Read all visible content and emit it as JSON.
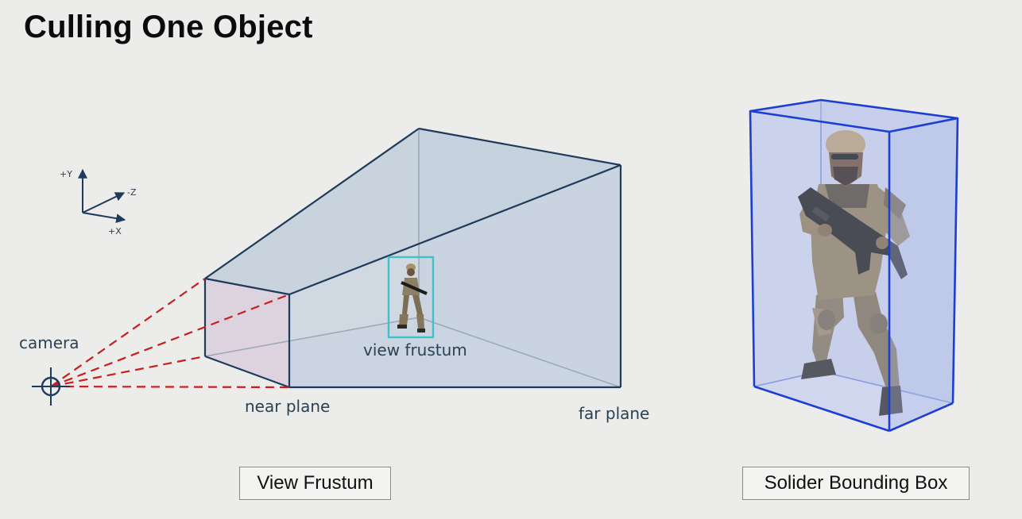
{
  "title": "Culling One Object",
  "axes": {
    "y": "+Y",
    "z": "-Z",
    "x": "+X"
  },
  "labels": {
    "camera": "camera",
    "view_frustum": "view frustum",
    "near_plane": "near plane",
    "far_plane": "far plane"
  },
  "captions": {
    "left": "View Frustum",
    "right": "Solider Bounding Box"
  },
  "colors": {
    "frustum_edge": "#1f3b5c",
    "frustum_fill": "#c8d4e0",
    "near_fill": "#d9d0dc",
    "camera_rays": "#c81e1e",
    "object_box": "#3fc3c9",
    "bounding_box": "#1c3fd1"
  }
}
